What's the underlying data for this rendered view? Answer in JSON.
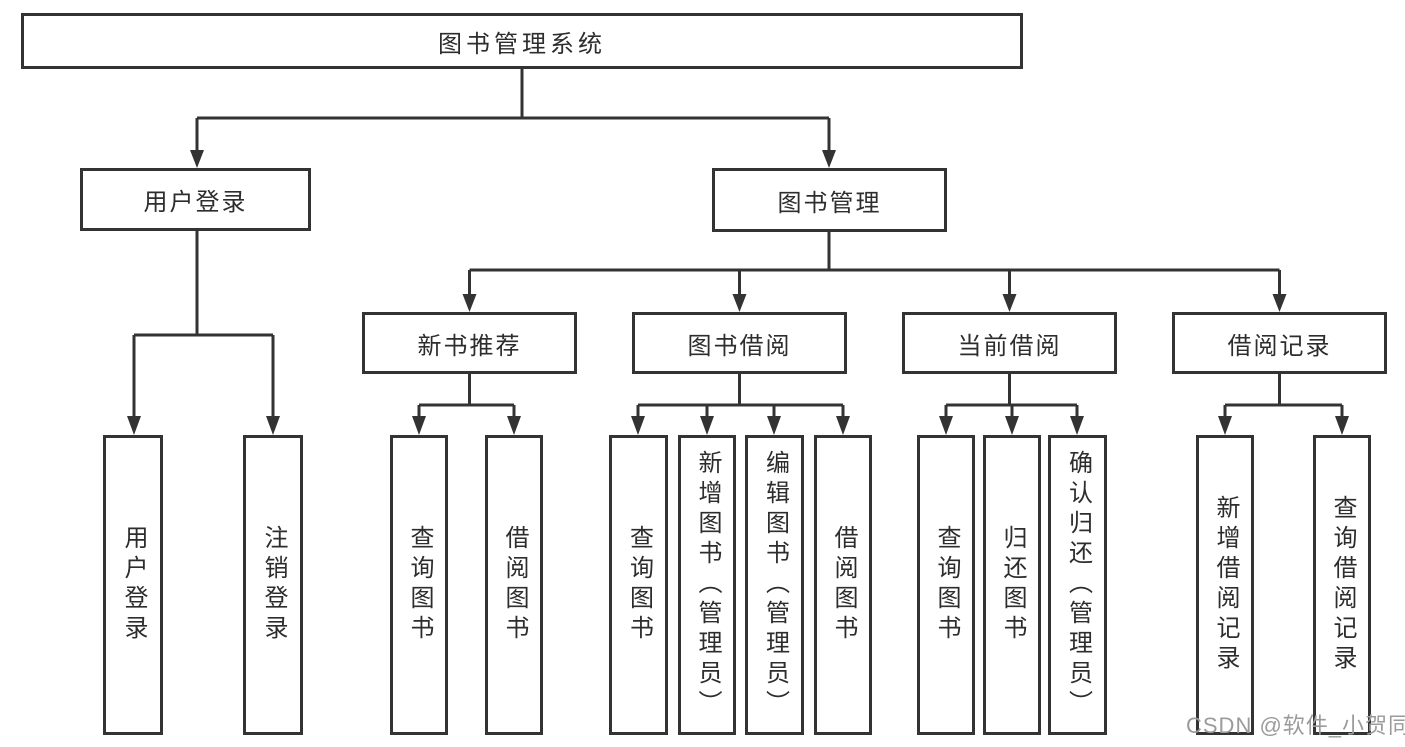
{
  "tree": {
    "root": "图书管理系统",
    "level2": [
      {
        "label": "用户登录",
        "children": [
          "用户登录",
          "注销登录"
        ]
      },
      {
        "label": "图书管理",
        "children": [
          {
            "label": "新书推荐",
            "children": [
              "查询图书",
              "借阅图书"
            ]
          },
          {
            "label": "图书借阅",
            "children": [
              "查询图书",
              "新增图书（管理员）",
              "编辑图书（管理员）",
              "借阅图书"
            ]
          },
          {
            "label": "当前借阅",
            "children": [
              "查询图书",
              "归还图书",
              "确认归还（管理员）"
            ]
          },
          {
            "label": "借阅记录",
            "children": [
              "新增借阅记录",
              "查询借阅记录"
            ]
          }
        ]
      }
    ]
  },
  "watermark": "CSDN @软件_小贺同学",
  "colors": {
    "line": "#333333",
    "text": "#2d2d2d",
    "watermark": "#9b9b9b",
    "background": "#ffffff"
  }
}
